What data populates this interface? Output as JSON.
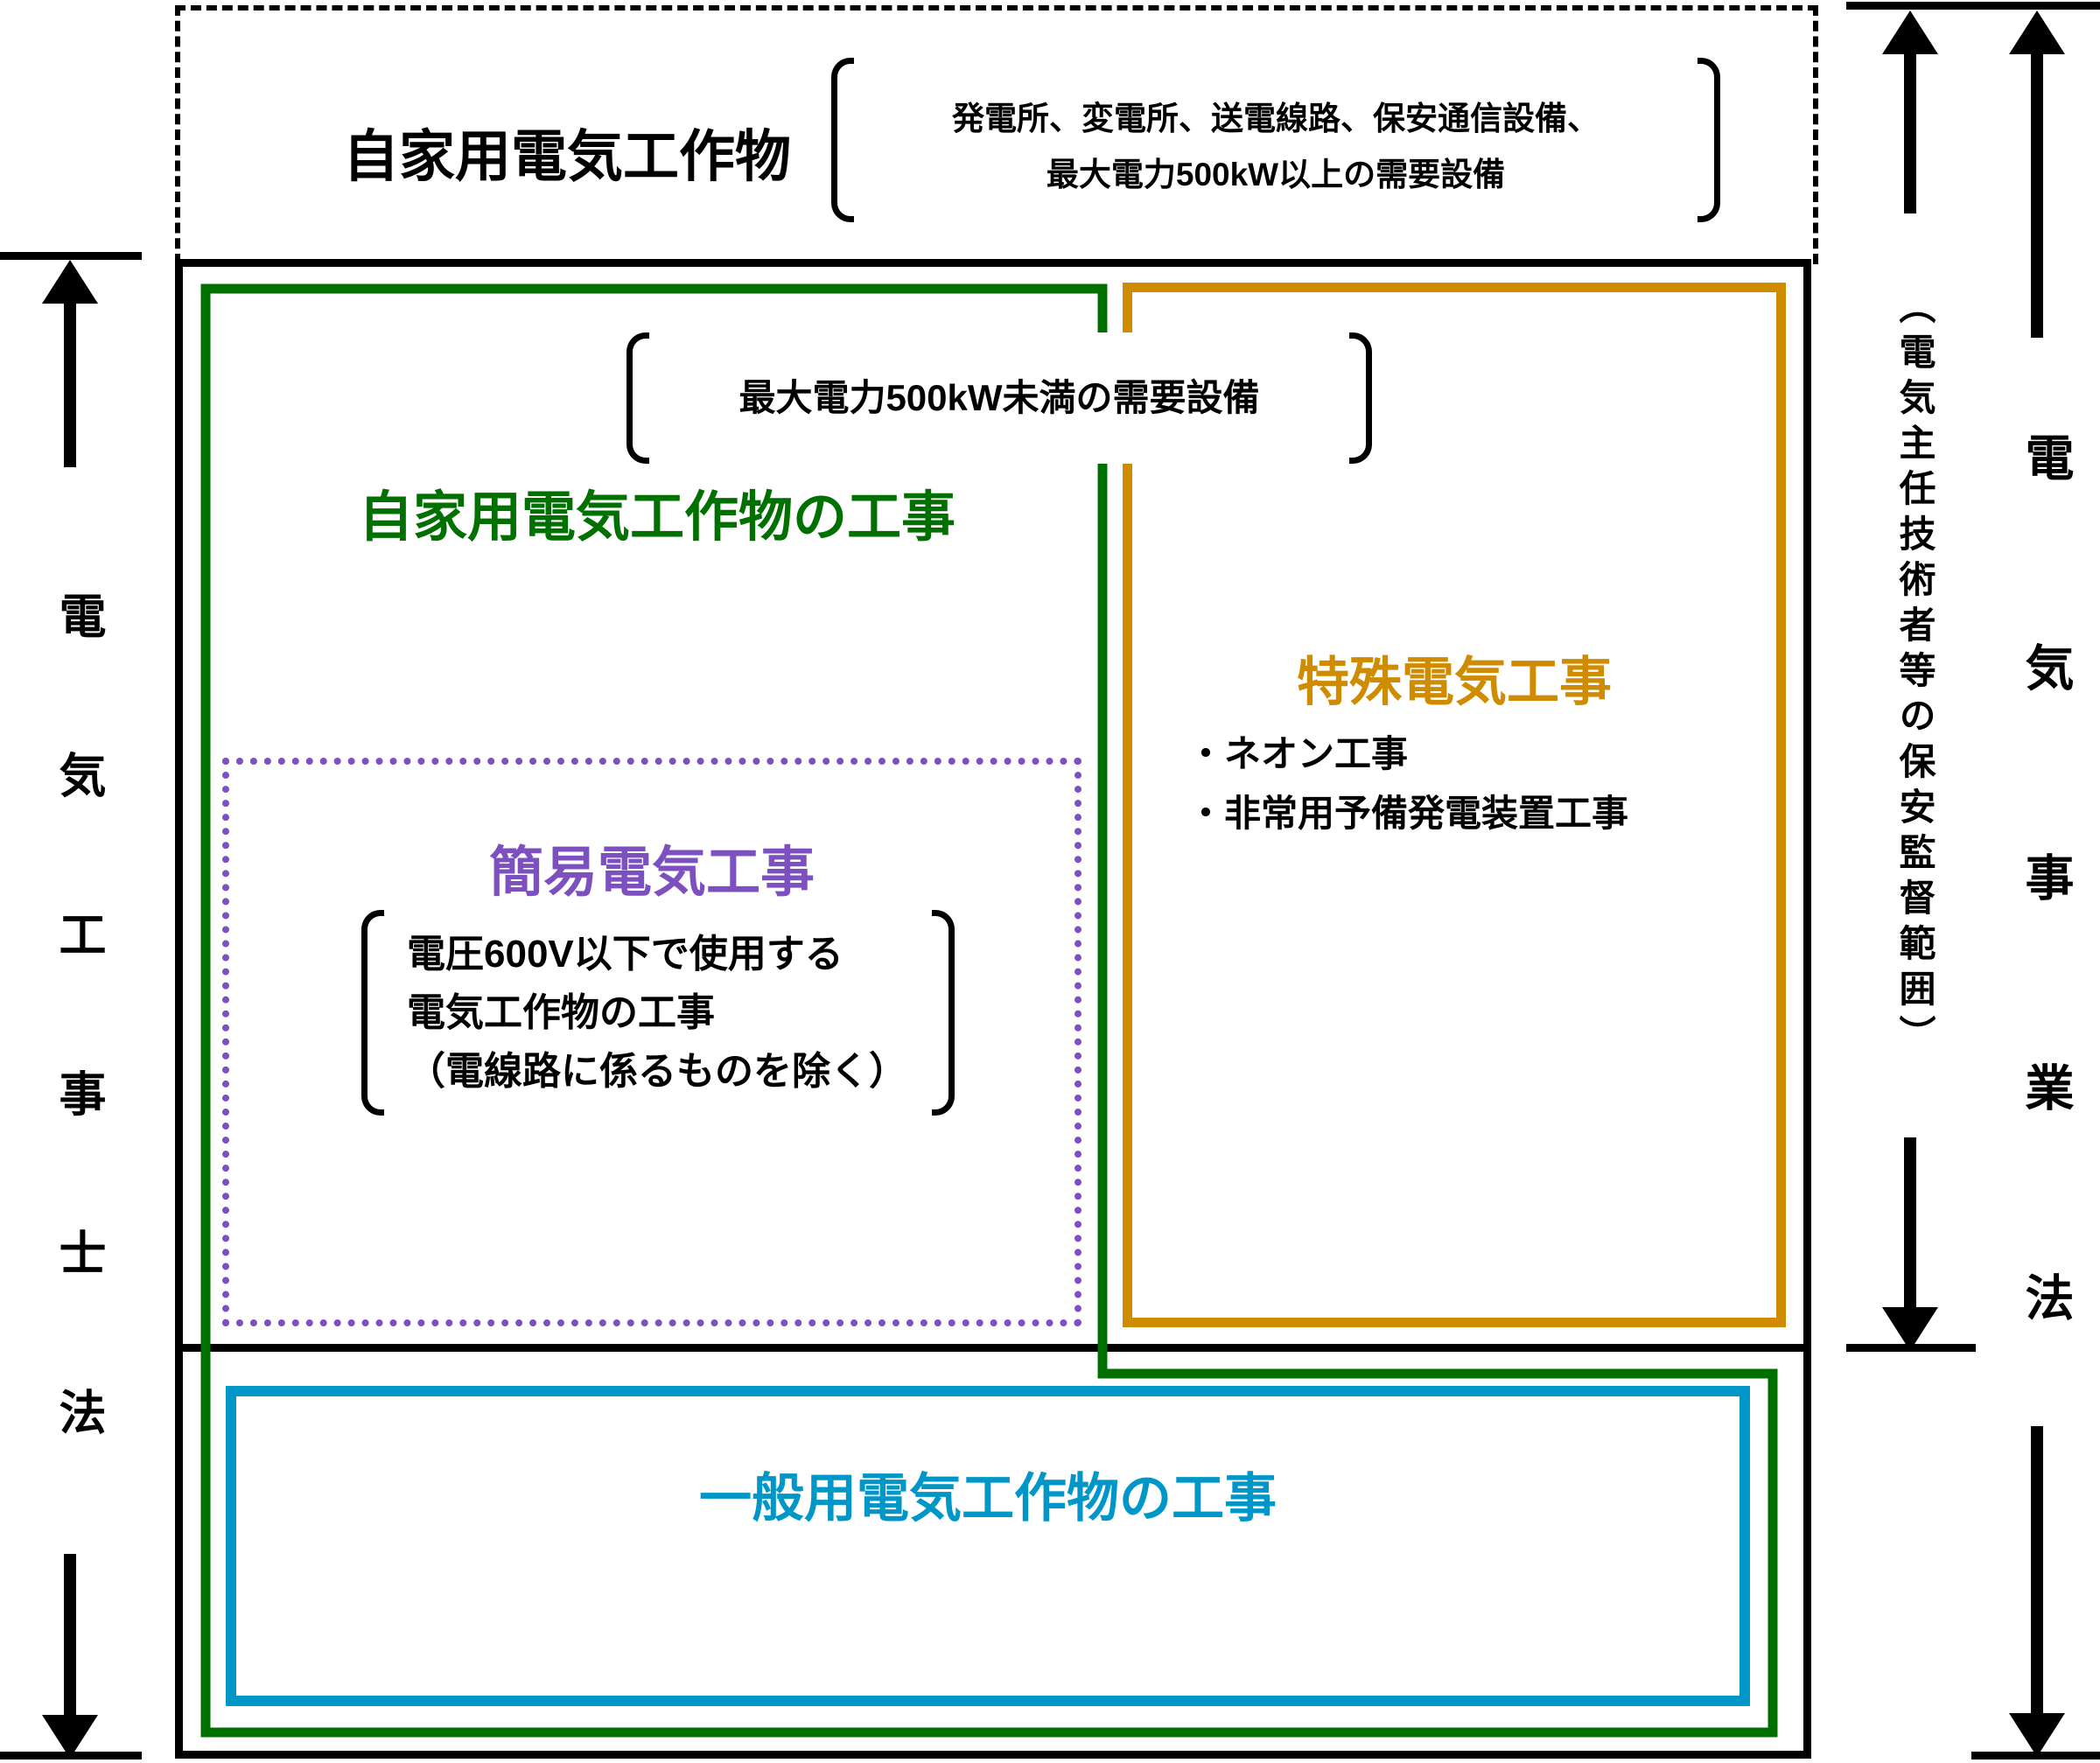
{
  "colors": {
    "green": "#007000",
    "orange": "#D08C00",
    "purple": "#7D50C0",
    "blue": "#0096C8",
    "black": "#000000"
  },
  "top_section": {
    "title": "自家用電気工作物",
    "bracket_line1": "発電所、変電所、送電線路、保安通信設備、",
    "bracket_line2": "最大電力500kW以上の需要設備"
  },
  "private_works": {
    "bracket_text": "最大電力500kW未満の需要設備",
    "title": "自家用電気工作物の工事"
  },
  "special_works": {
    "title": "特殊電気工事",
    "bullet1": "・ネオン工事",
    "bullet2": "・非常用予備発電装置工事"
  },
  "simple_works": {
    "title": "簡易電気工事",
    "line1": "電圧600V以下で使用する",
    "line2": "電気工作物の工事",
    "line3": "（電線路に係るものを除く）"
  },
  "general_works": {
    "title": "一般用電気工作物の工事"
  },
  "left_axis": {
    "label": "電気工事士法"
  },
  "right_axis": {
    "supervision_label": "（電気主任技術者等の保安監督範囲）",
    "law_label": "電気事業法"
  }
}
